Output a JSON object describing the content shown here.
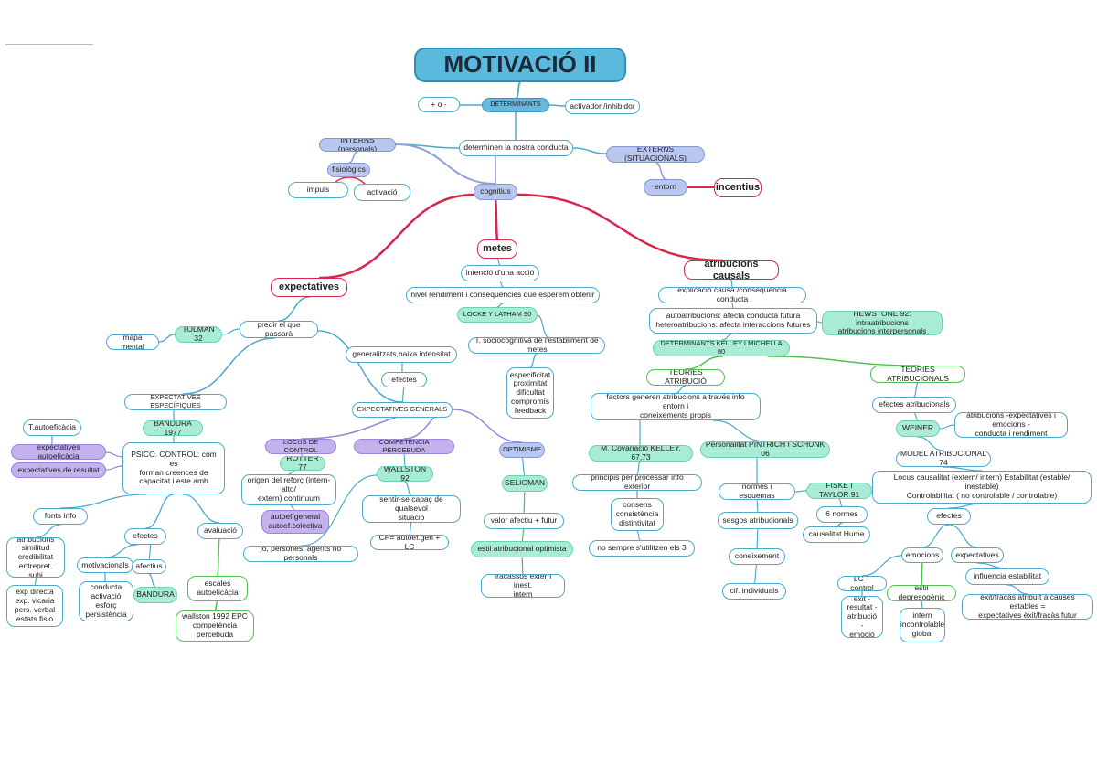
{
  "title": "MOTIVACIÓ II",
  "colors": {
    "blue": "#4da9cc",
    "red": "#d9264d",
    "green": "#52c152",
    "purple": "#9a84dd",
    "mint": "#a9ecd6"
  },
  "nodes": {
    "plus_minus": "+ o -",
    "determinants": "DETERMINANTS",
    "activador": "activador /inhibidor",
    "interns": "INTERNS (personals)",
    "fisiologics": "fisiològics",
    "impuls": "impuls",
    "activacio": "activació",
    "determinen": "determinen la nostra conducta",
    "externs": "EXTERNS (SITUACIONALS)",
    "entorn": "entorn",
    "incentius": "incentius",
    "cognitius": "cognitius",
    "metes": "metes",
    "intencio": "intenció d'una acció",
    "nivell": "nivel rendiment i conseqüències que esperem obtenir",
    "locke": "LOCKE Y LATHAM 90",
    "teoria_metes": "T. sociocognitiva de l'establiment de metes",
    "especificitat": "especificitat\nproximitat\ndificultat\ncompromís\nfeedback",
    "expectatives": "expectatives",
    "tolman": "TOLMAN 32",
    "mapa_mental": "mapa mental",
    "predir": "predir el que passarà",
    "generalitzats": "generalitzats,baixa intensitat",
    "efectes_gen": "efectes",
    "exp_generals": "EXPECTATIVES GENERALS",
    "exp_especifiques": "EXPECTATIVES ESPECÍFIQUES",
    "bandura77": "BANDURA 1977",
    "t_autoeficacia": "T.autoeficàcia",
    "exp_autoeficacia": "expectatives autoeficàcia",
    "exp_resultat": "expectatives de resultat",
    "psico_control": "PSICO. CONTROL: com es\nforman creences de\ncapacitat i este amb",
    "fonts_info": "fonts info",
    "atribucions_simil": "atribucions\nsimilitud\ncredibilitat\nentrepret. subj",
    "exp_directa": "exp directa\nexp. vicaria\npers. verbal\nestats fisio",
    "efectes_esp": "efectes",
    "motivacionals": "motivacionals",
    "afectius": "afectius",
    "conducta_act": "conducta\nactivació\nesforç\npersistència",
    "bandura_small": "BANDURA",
    "avaluacio": "avaluació",
    "escales": "escales\nautoeficàcia",
    "wallston_escala": "wallston 1992 EPC\ncompetència\npercebuda",
    "locus_control": "LOCUS DE CONTROL",
    "rotter": "ROTTER 77",
    "origen_reforc": "origen del reforç (intern-alto/\nextern) continuum",
    "autoef_general": "autoef.general\nautoef.colectiva",
    "competencia_percebuda": "COMPETÈNCIA PERCEBUDA",
    "wallston92": "WALLSTON 92",
    "sentir_se": "sentir-se capaç de qualsevol\nsituació",
    "cp_formula": "CP= autoef.gen + LC",
    "jo_persones": "jo, persones, agents no personals",
    "optimisme": "OPTIMISME",
    "seligman": "SELIGMAN",
    "valor_afectiu": "valor afectiu + futur",
    "estil_atrib": "estil atribucional optimista",
    "fracassos": "fracassos extern inest.\nintern",
    "atribucions_causals": "atribucions causals",
    "explicacio": "explicació causa /conseqüència conducta",
    "autoatribucions": "autoatribucions: afecta conducta futura\nheteroatribucions: afecta interaccions futures",
    "hewstone": "HEWSTONE 92: intraatribucions\natribucions interpersonals",
    "det_kelley": "DETERMINANTS KELLEY I MICHELLA 80",
    "teories_atribucio": "TEORIES ATRIBUCIÓ",
    "factors": "factors generen atribucions a través info entorn i\nconeixements propis",
    "m_covariacio": "M. Covariació KELLEY, 67,73",
    "principis": "principis per processar info exterior",
    "consens": "consens\nconsistència\ndistintivitat",
    "no_sempre": "no sempre s'utilitzen els 3",
    "personalitat": "Personalitat PINTRICH I SCHUNK 06",
    "normes": "normes i esquemas",
    "fiske": "FISKE I TAYLOR 91",
    "sesgos": "sesgos atribucionals",
    "sis_normes": "6 normes",
    "causalitat_hume": "causalitat Hume",
    "coneixement": "coneixement",
    "cif": "cif. individuals",
    "teories_atribucionals": "TEORIES ATRIBUCIONALS",
    "efectes_atrib": "efectes atribucionals",
    "weiner": "WEINER",
    "atrib_expect": "atribucions -expectatives i emocions -\nconducta i rendiment",
    "model_atrib": "MODEL ATRIBUCIONAL 74",
    "locus_causalitat": "Locus causalitat (extern/ intern) Estabilitat (estable/ inestable)\nControlabilitat ( no controlable / controlable)",
    "efectes_weiner": "efectes",
    "emocions": "emocions",
    "expectatives_w": "expectatives",
    "lc_control": "LC + control",
    "estil_depresogenic": "estil depresogènic",
    "exit_resultat": "èxit -\nresultat -\natribució -\nemoció",
    "intern_incontrolable": "intern\nincontrolable\nglobal",
    "influencia": "influencia estabilitat",
    "exit_fracas": "èxit/fracàs atribuït a causes estables =\nexpectatives èxit/fracàs futur"
  }
}
